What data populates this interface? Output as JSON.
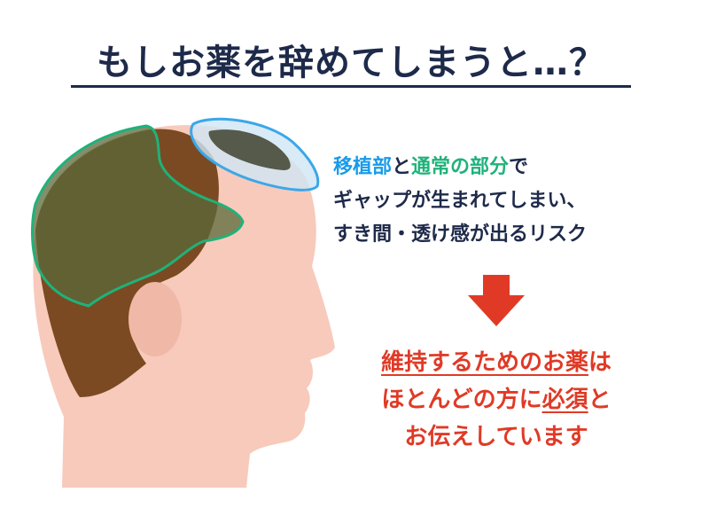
{
  "title": "もしお薬を辞めてしまうと…？",
  "note": {
    "part1": "移植部",
    "part2": "と",
    "part3": "通常の部分",
    "part4": "で",
    "line2": "ギャップが生まれてしまい、",
    "line3": "すき間・透け感が出るリスク"
  },
  "conclusion": {
    "l1": "維持するためのお薬",
    "l1b": "は",
    "l2a": "ほとんどの方に",
    "l2b": "必須",
    "l2c": "と",
    "l3": "お伝えしています"
  },
  "colors": {
    "title": "#1e2a4a",
    "transplant": "#1a9be8",
    "normal": "#1fb27a",
    "accent": "#e03a26",
    "skin": "#f7cabb",
    "hair": "#7b4a22"
  }
}
